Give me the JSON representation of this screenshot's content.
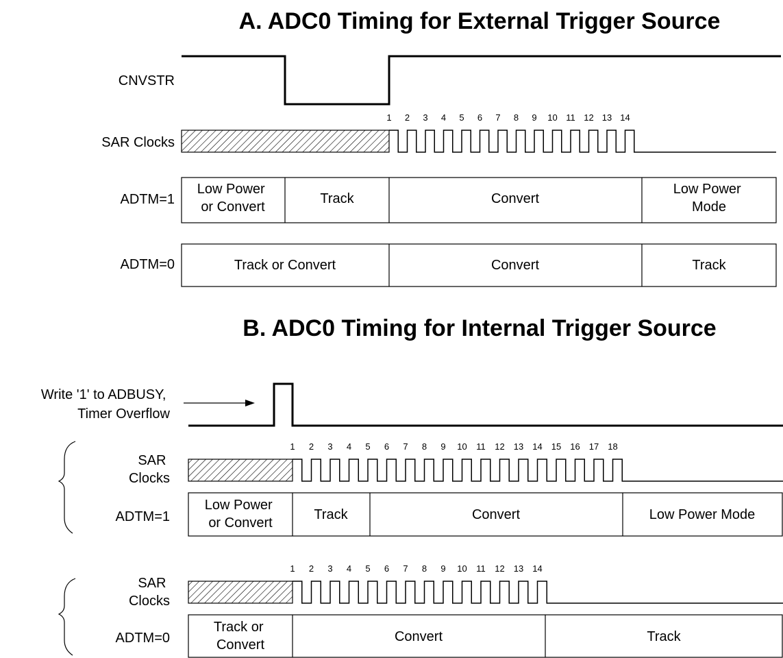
{
  "section_a": {
    "title": "A. ADC0 Timing for External Trigger Source",
    "cnvstr_label": "CNVSTR",
    "sar_label": "SAR Clocks",
    "adtm1_label": "ADTM=1",
    "adtm0_label": "ADTM=0",
    "clock_count": 14,
    "clock_numbers": [
      "1",
      "2",
      "3",
      "4",
      "5",
      "6",
      "7",
      "8",
      "9",
      "10",
      "11",
      "12",
      "13",
      "14"
    ],
    "adtm1_segments": [
      {
        "lines": [
          "Low Power",
          "or Convert"
        ]
      },
      {
        "lines": [
          "Track"
        ]
      },
      {
        "lines": [
          "Convert"
        ]
      },
      {
        "lines": [
          "Low Power",
          "Mode"
        ]
      }
    ],
    "adtm0_segments": [
      {
        "lines": [
          "Track or Convert"
        ]
      },
      {
        "lines": [
          "Convert"
        ]
      },
      {
        "lines": [
          "Track"
        ]
      }
    ]
  },
  "section_b": {
    "title": "B. ADC0 Timing for Internal Trigger Source",
    "trigger_label_line1": "Write '1' to ADBUSY,",
    "trigger_label_line2": "Timer Overflow",
    "sar1_label_line1": "SAR",
    "sar1_label_line2": "Clocks",
    "adtm1_label": "ADTM=1",
    "sar2_label_line1": "SAR",
    "sar2_label_line2": "Clocks",
    "adtm0_label": "ADTM=0",
    "clock1_count": 18,
    "clock1_numbers": [
      "1",
      "2",
      "3",
      "4",
      "5",
      "6",
      "7",
      "8",
      "9",
      "10",
      "11",
      "12",
      "13",
      "14",
      "15",
      "16",
      "17",
      "18"
    ],
    "clock2_count": 14,
    "clock2_numbers": [
      "1",
      "2",
      "3",
      "4",
      "5",
      "6",
      "7",
      "8",
      "9",
      "10",
      "11",
      "12",
      "13",
      "14"
    ],
    "adtm1_segments": [
      {
        "lines": [
          "Low Power",
          "or Convert"
        ]
      },
      {
        "lines": [
          "Track"
        ]
      },
      {
        "lines": [
          "Convert"
        ]
      },
      {
        "lines": [
          "Low Power Mode"
        ]
      }
    ],
    "adtm0_segments": [
      {
        "lines": [
          "Track or",
          "Convert"
        ]
      },
      {
        "lines": [
          "Convert"
        ]
      },
      {
        "lines": [
          "Track"
        ]
      }
    ]
  }
}
